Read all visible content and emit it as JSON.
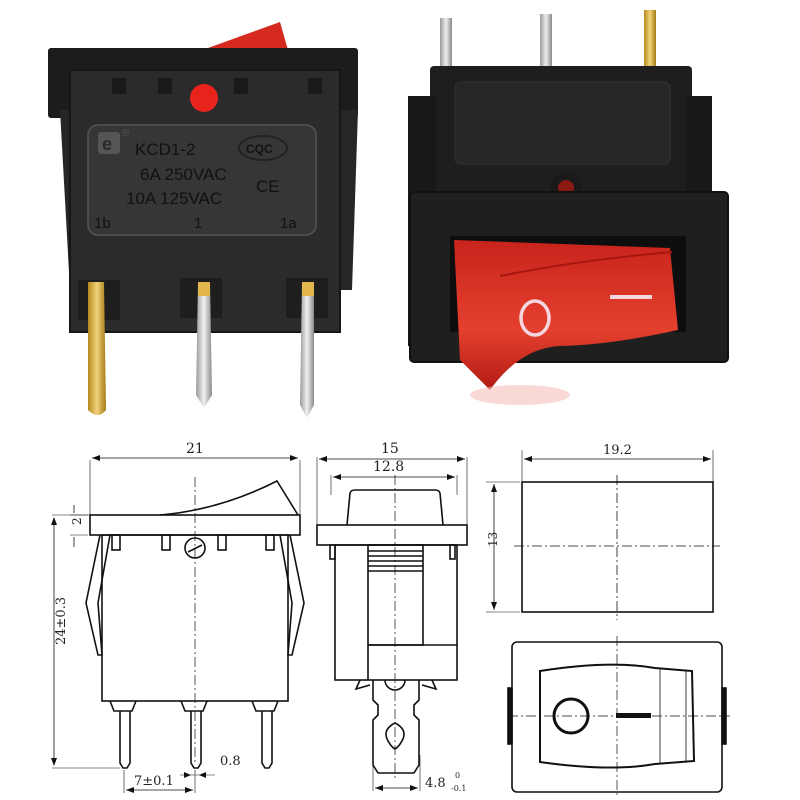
{
  "photos": {
    "rear_view": {
      "model": "KCD1-2",
      "rating_1": "6A  250VAC",
      "rating_2": "10A  125VAC",
      "brand_mark": "e",
      "registered": "®",
      "cert_ccc": "CQC",
      "cert_ce": "CE",
      "terminals": [
        "1b",
        "1",
        "1a"
      ],
      "indicator_color": "#e8231c"
    },
    "front_view": {
      "rocker_color": "#d9261c",
      "symbol_off": "O",
      "symbol_on": "I"
    }
  },
  "drawings": {
    "side_view": {
      "width": "21",
      "flange_height": "2",
      "total_height": "24±0.3",
      "pin_width": "0.8",
      "pin_pitch": "7±0.1"
    },
    "end_view": {
      "flange_width": "15",
      "rocker_width": "12.8",
      "terminal_width": "4.8",
      "terminal_tol_upper": "0",
      "terminal_tol_lower": "-0.1"
    },
    "panel_cutout": {
      "width": "19.2",
      "height": "13"
    },
    "top_view": {
      "symbol_off": "O",
      "symbol_on": "I"
    }
  }
}
